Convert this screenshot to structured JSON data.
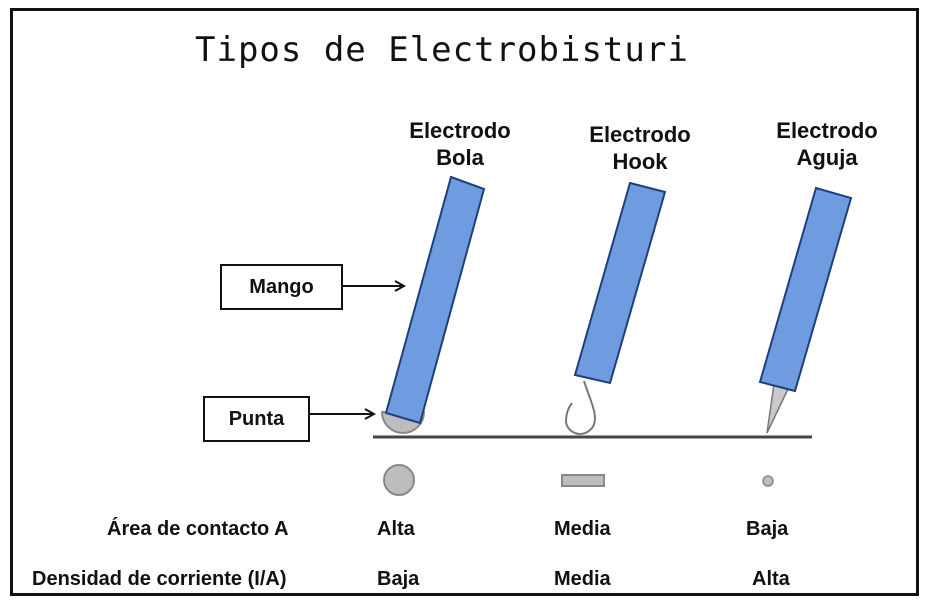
{
  "title": "Tipos de Electrobisturi",
  "electrodes": [
    {
      "line1": "Electrodo",
      "line2": "Bola"
    },
    {
      "line1": "Electrodo",
      "line2": "Hook"
    },
    {
      "line1": "Electrodo",
      "line2": "Aguja"
    }
  ],
  "callouts": {
    "mango": "Mango",
    "punta": "Punta"
  },
  "rows": {
    "area": {
      "label": "Área de contacto A",
      "values": [
        "Alta",
        "Media",
        "Baja"
      ]
    },
    "densidad": {
      "label": "Densidad de corriente (I/A)",
      "values": [
        "Baja",
        "Media",
        "Alta"
      ]
    }
  },
  "colors": {
    "handle_fill": "#6f9be0",
    "handle_stroke": "#1f3f7a",
    "tip_fill": "#bdbdbd",
    "line": "#444444"
  }
}
